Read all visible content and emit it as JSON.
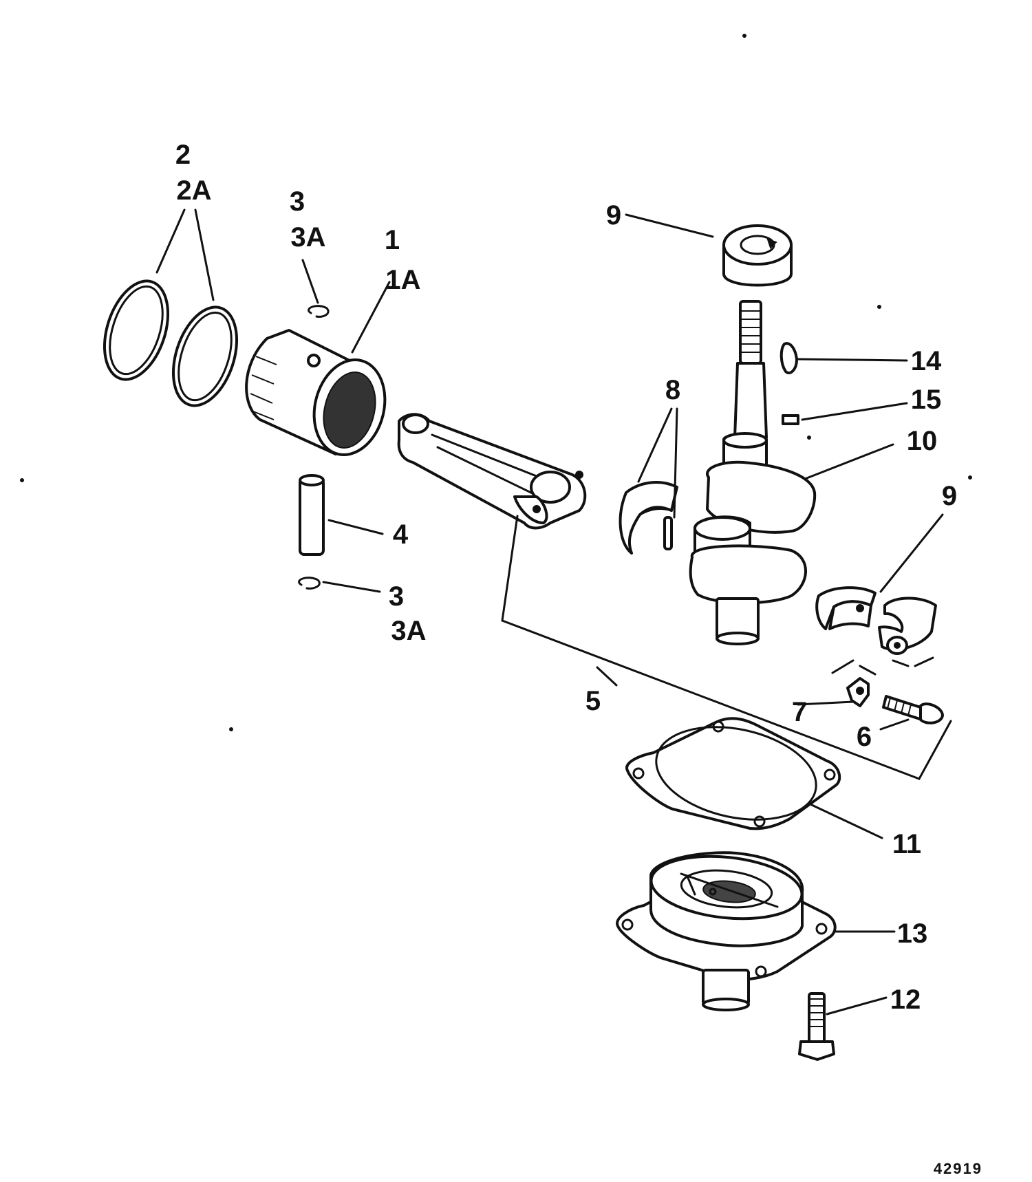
{
  "diagram": {
    "figure_number": "42919",
    "callouts": [
      {
        "id": "c1",
        "lines": [
          "1",
          "1A"
        ]
      },
      {
        "id": "c2",
        "lines": [
          "2",
          "2A"
        ]
      },
      {
        "id": "c3-top",
        "lines": [
          "3",
          "3A"
        ]
      },
      {
        "id": "c3-bottom",
        "lines": [
          "3",
          "3A"
        ]
      },
      {
        "id": "c4",
        "lines": [
          "4"
        ]
      },
      {
        "id": "c5",
        "lines": [
          "5"
        ]
      },
      {
        "id": "c6",
        "lines": [
          "6"
        ]
      },
      {
        "id": "c7",
        "lines": [
          "7"
        ]
      },
      {
        "id": "c8",
        "lines": [
          "8"
        ]
      },
      {
        "id": "c9-left",
        "lines": [
          "9"
        ]
      },
      {
        "id": "c9-right",
        "lines": [
          "9"
        ]
      },
      {
        "id": "c10",
        "lines": [
          "10"
        ]
      },
      {
        "id": "c11",
        "lines": [
          "11"
        ]
      },
      {
        "id": "c12",
        "lines": [
          "12"
        ]
      },
      {
        "id": "c13",
        "lines": [
          "13"
        ]
      },
      {
        "id": "c14",
        "lines": [
          "14"
        ]
      },
      {
        "id": "c15",
        "lines": [
          "15"
        ]
      }
    ],
    "parts": [
      {
        "id": "piston",
        "callout": "1"
      },
      {
        "id": "piston-rings",
        "callout": "2"
      },
      {
        "id": "retaining-rings",
        "callout": "3"
      },
      {
        "id": "piston-pin",
        "callout": "4"
      },
      {
        "id": "connecting-rod",
        "callout": "5"
      },
      {
        "id": "rod-screw",
        "callout": "6"
      },
      {
        "id": "lock-plate",
        "callout": "7"
      },
      {
        "id": "lower-bearing-housing",
        "callout": "8"
      },
      {
        "id": "needle-bearings",
        "callout": "9"
      },
      {
        "id": "crankshaft",
        "callout": "10"
      },
      {
        "id": "upper-bearing",
        "callout": "11"
      },
      {
        "id": "gasket",
        "callout": "12"
      },
      {
        "id": "housing-screw",
        "callout": "13"
      },
      {
        "id": "woodruff-key",
        "callout": "14"
      },
      {
        "id": "square-key",
        "callout": "15"
      }
    ]
  }
}
